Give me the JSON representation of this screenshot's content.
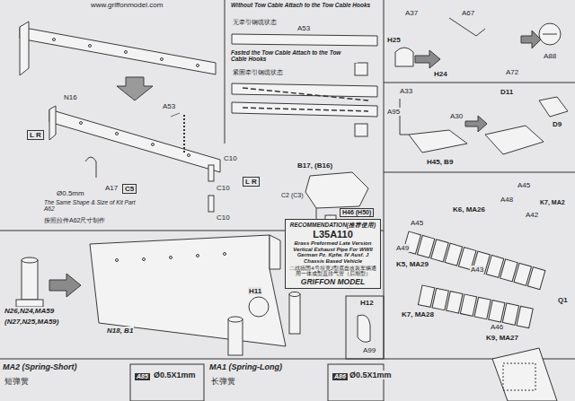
{
  "diagram": {
    "nodes": [
      {
        "text": [
          "RECOMMENDATION(推荐使用)",
          "L35A110",
          "Brass Preformed Late Version Vertical Exhaust Pipe For WWII German Pz. Kpfw. IV Ausf. J Chassis Based Vehicle",
          "二战德国4号坦克J型底盘改装车辆通用一体成型直排气管（后期型）",
          "GRIFFON MODEL"
        ]
      }
    ],
    "labels": [
      "www.griffonmodel.com",
      "Without Tow Cable Attach to the Tow Cable Hooks",
      "无牵引钢缆状态",
      "A53",
      "Fasted the Tow Cable Attach to the Tow Cable Hooks",
      "紧固牵引钢缆状态",
      "N16",
      "A53",
      "L R",
      "A17",
      "C5",
      "Ø0.5mm",
      "The Same Shape & Size of Kit Part A62",
      "按照拉件A62尺寸制作",
      "C10",
      "C10",
      "L R",
      "C10",
      "B17, (B16)",
      "C2 (C3)",
      "H46 (H50)",
      "N26,N24,MA59",
      "(N27,N25,MA59)",
      "N18, B1",
      "H11",
      "H12",
      "A99",
      "A37",
      "A67",
      "H25",
      "H24",
      "A88",
      "A72",
      "A33",
      "A95",
      "A30",
      "D11",
      "D9",
      "H45, B9",
      "K6, MA26",
      "A48",
      "A45",
      "A45",
      "A42",
      "K7, MA2",
      "A49",
      "K5, MA29",
      "K7, MA28",
      "A43",
      "A46",
      "K9, MA27",
      "Q1",
      "MA2 (Spring-Short)",
      "短弹簧",
      "A85",
      "Ø0.5X1mm",
      "MA1 (Spring-Long)",
      "长弹簧",
      "A86",
      "Ø0.5X1mm"
    ]
  }
}
